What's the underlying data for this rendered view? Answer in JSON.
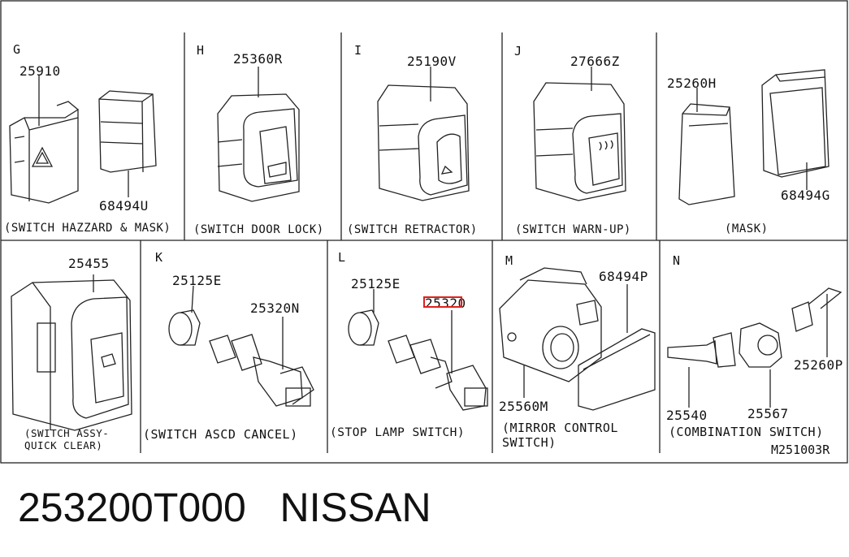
{
  "sections": {
    "G": {
      "letter": "G",
      "parts": [
        "25910",
        "68494U"
      ],
      "caption": "(SWITCH HAZZARD & MASK)"
    },
    "H": {
      "letter": "H",
      "parts": [
        "25360R"
      ],
      "caption": "(SWITCH DOOR LOCK)"
    },
    "I": {
      "letter": "I",
      "parts": [
        "25190V"
      ],
      "caption": "(SWITCH RETRACTOR)"
    },
    "J": {
      "letter": "J",
      "parts": [
        "27666Z"
      ],
      "caption": "(SWITCH WARN-UP)"
    },
    "MASK": {
      "parts": [
        "25260H",
        "68494G"
      ],
      "caption": "(MASK)"
    },
    "QC": {
      "parts": [
        "25455"
      ],
      "caption_line1": "(SWITCH ASSY-",
      "caption_line2": "QUICK CLEAR)"
    },
    "K": {
      "letter": "K",
      "parts": [
        "25125E",
        "25320N"
      ],
      "caption": "(SWITCH ASCD CANCEL)"
    },
    "L": {
      "letter": "L",
      "parts": [
        "25125E",
        "25320"
      ],
      "caption": "(STOP LAMP SWITCH)"
    },
    "M": {
      "letter": "M",
      "parts": [
        "68494P",
        "25560M"
      ],
      "caption_line1": "(MIRROR CONTROL",
      "caption_line2": "SWITCH)"
    },
    "N": {
      "letter": "N",
      "parts": [
        "25260P",
        "25540",
        "25567"
      ],
      "caption": "(COMBINATION SWITCH)"
    }
  },
  "diagram_ref": "M251003R",
  "part_title": "253200T000   NISSAN",
  "colors": {
    "line": "#222222",
    "highlight": "#e0201b"
  }
}
